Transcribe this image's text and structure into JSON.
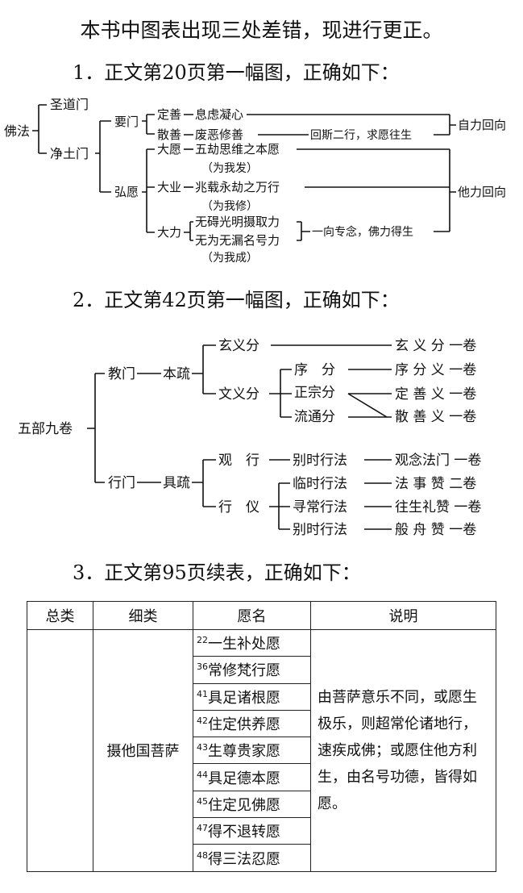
{
  "heading": "本书中图表出现三处差错，现进行更正。",
  "sections": [
    {
      "title": "1．正文第20页第一幅图，正确如下："
    },
    {
      "title": "2．正文第42页第一幅图，正确如下："
    },
    {
      "title": "3．正文第95页续表，正确如下："
    }
  ],
  "diagram1": {
    "root": "佛法",
    "branch_a": "圣道门",
    "branch_b": "净土门",
    "yaomen": "要门",
    "dingshan": "定善",
    "dingshan_desc": "息虑凝心",
    "sanshan": "散善",
    "sanshan_desc": "废恶修善",
    "huisi": "回斯二行，求愿往生",
    "zili": "自力回向",
    "hongyuan": "弘愿",
    "dayuan": "大愿",
    "dayuan_desc": "五劫思维之本愿",
    "dayuan_note": "（为我发）",
    "daye": "大业",
    "daye_desc": "兆载永劫之万行",
    "daye_note": "（为我修）",
    "dali": "大力",
    "dali_desc1": "无碍光明摄取力",
    "dali_desc2": "无为无漏名号力",
    "dali_note": "（为我成）",
    "yixiang": "一向专念，佛力得生",
    "tali": "他力回向"
  },
  "diagram2": {
    "root": "五部九卷",
    "jiaomen": "教门",
    "benshu": "本疏",
    "xuanyi": "玄义分",
    "wenyi": "文义分",
    "xufen": "序　分",
    "zhengzong": "正宗分",
    "liutong": "流通分",
    "r1": "玄 义 分 一卷",
    "r2": "序 分 义 一卷",
    "r3": "定 善 义 一卷",
    "r4": "散 善 义 一卷",
    "xingmen": "行门",
    "jushu": "具疏",
    "guanxing": "观　行",
    "xingyi": "行　仪",
    "bieshi1": "别时行法",
    "linshi": "临时行法",
    "xunchang": "寻常行法",
    "bieshi2": "别时行法",
    "s1": "观念法门 一卷",
    "s2": "法 事 赞 二卷",
    "s3": "往生礼赞 一卷",
    "s4": "般 舟 赞 一卷"
  },
  "table": {
    "headers": [
      "总类",
      "细类",
      "愿名",
      "说明"
    ],
    "category": "",
    "subcategory": "摄他国菩萨",
    "wishes": [
      {
        "num": "22",
        "name": "一生补处愿"
      },
      {
        "num": "36",
        "name": "常修梵行愿"
      },
      {
        "num": "41",
        "name": "具足诸根愿"
      },
      {
        "num": "42",
        "name": "住定供养愿"
      },
      {
        "num": "43",
        "name": "生尊贵家愿"
      },
      {
        "num": "44",
        "name": "具足德本愿"
      },
      {
        "num": "45",
        "name": "住定见佛愿"
      },
      {
        "num": "47",
        "name": "得不退转愿"
      },
      {
        "num": "48",
        "name": "得三法忍愿"
      }
    ],
    "note": "由菩萨意乐不同，或愿生极乐，则超常伦诸地行，速疾成佛；或愿住他方利生，由名号功德，皆得如愿。"
  }
}
